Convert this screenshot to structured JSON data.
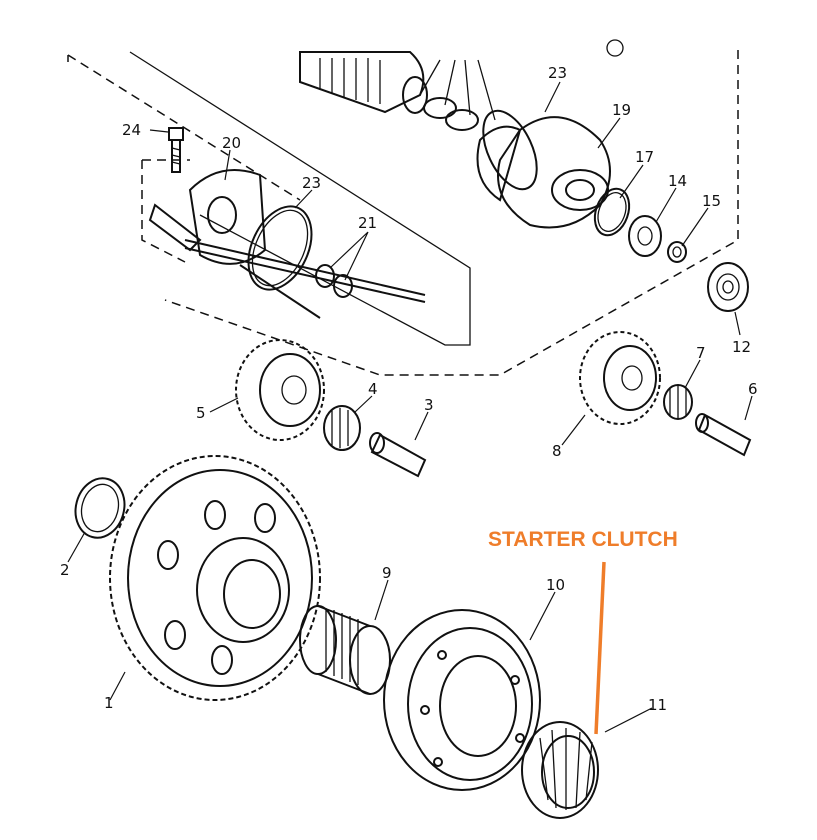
{
  "annotation": {
    "label": "STARTER CLUTCH",
    "color": "#ef7d2a"
  },
  "callouts": {
    "c1": "1",
    "c2": "2",
    "c3": "3",
    "c4": "4",
    "c5": "5",
    "c6": "6",
    "c7": "7",
    "c8": "8",
    "c9": "9",
    "c10": "10",
    "c11": "11",
    "c12": "12",
    "c14": "14",
    "c15": "15",
    "c17": "17",
    "c19": "19",
    "c20": "20",
    "c21": "21",
    "c23a": "23",
    "c23b": "23",
    "c24": "24"
  },
  "colors": {
    "ink": "#111111",
    "background": "#ffffff"
  }
}
